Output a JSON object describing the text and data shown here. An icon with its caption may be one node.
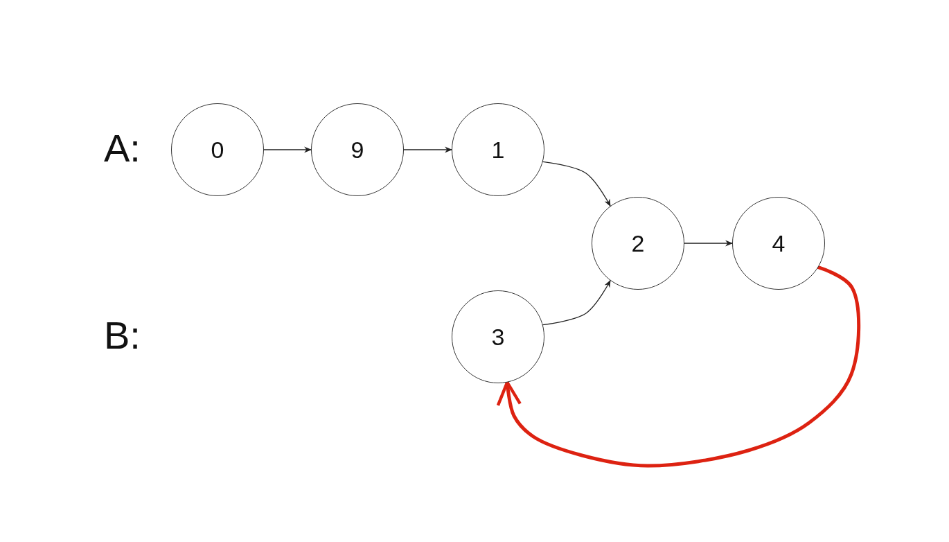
{
  "diagram": {
    "nodes": [
      {
        "text": [
          "0"
        ]
      },
      {
        "text": [
          "9"
        ]
      },
      {
        "text": [
          "1"
        ]
      },
      {
        "text": [
          "2"
        ]
      },
      {
        "text": [
          "4"
        ]
      },
      {
        "text": [
          "3"
        ]
      }
    ],
    "edges": [
      {
        "from": 0,
        "to": 1,
        "arrow": "to"
      },
      {
        "from": 1,
        "to": 2,
        "arrow": "to"
      },
      {
        "from": 2,
        "to": 3,
        "arrow": "to"
      },
      {
        "from": 5,
        "to": 3,
        "arrow": "to"
      },
      {
        "from": 3,
        "to": 4,
        "arrow": "to"
      },
      {
        "from": 4,
        "to": 5,
        "arrow": "to",
        "style": "thick",
        "color": "#dd2211"
      }
    ],
    "labels": [
      "A:",
      "B:"
    ]
  }
}
